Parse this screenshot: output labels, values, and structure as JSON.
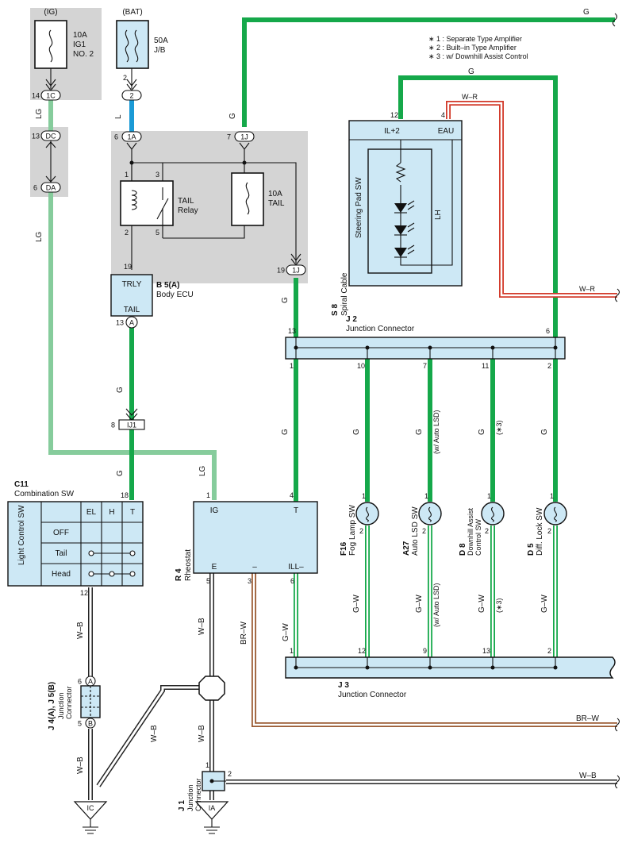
{
  "notes": [
    "∗ 1 : Separate Type Amplifier",
    "∗ 2 : Built–in Type Amplifier",
    "∗ 3 : w/ Downhill Assist Control"
  ],
  "power": {
    "ig_label": "(IG)",
    "bat_label": "(BAT)",
    "fuse_ig": [
      "10A",
      "IG1",
      "NO. 2"
    ],
    "fuse_bat": [
      "50A",
      "J/B"
    ],
    "fuse_tail": [
      "10A",
      "TAIL"
    ],
    "relay": [
      "TAIL",
      "Relay"
    ]
  },
  "connectors": {
    "c1c": "1C",
    "cdc": "DC",
    "cda": "DA",
    "c2": "2",
    "c1a": "1A",
    "c1j_top": "1J",
    "c1j_bot": "1J",
    "ca": "A",
    "cij1": "IJ1",
    "cA_jc": "A",
    "cB_jc": "B"
  },
  "pins": {
    "p14": "14",
    "p13": "13",
    "p6": "6",
    "p2": "2",
    "p6b": "6",
    "p7": "7",
    "relay1": "1",
    "relay2": "2",
    "relay3": "3",
    "relay5": "5",
    "p19a": "19",
    "p19b": "19",
    "p13b": "13",
    "p8": "8",
    "p18": "18",
    "p12": "12",
    "p4": "4",
    "p12b": "12",
    "p13j": "13",
    "p6j": "6",
    "p1j": "1",
    "p10": "10",
    "p7j": "7",
    "p11": "11",
    "p2j": "2",
    "r1": "1",
    "r4": "4",
    "r5": "5",
    "r3": "3",
    "r6": "6",
    "f1": "1",
    "f2": "2",
    "a1": "1",
    "a2": "2",
    "d1": "1",
    "d2": "2",
    "dl1": "1",
    "dl2": "2",
    "j3_1": "1",
    "j3_12": "12",
    "j3_9": "9",
    "j3_13": "13",
    "j3_2": "2",
    "c12": "12",
    "jc6": "6",
    "jc5": "5",
    "j1_1": "1",
    "j1_2": "2"
  },
  "wires": {
    "g": "G",
    "lg": "LG",
    "l": "L",
    "wr": "W–R",
    "wb": "W–B",
    "brw": "BR–W",
    "gw": "G–W",
    "w_auto_lsd": "(w/ Auto LSD)",
    "star3": "(∗3)"
  },
  "components": {
    "body_ecu": {
      "id": "B 5(A)",
      "name": "Body ECU",
      "trly": "TRLY",
      "tail": "TAIL"
    },
    "steering": {
      "id": "S 8",
      "name": "Spiral Cable",
      "sub": "Steering Pad SW",
      "il2": "IL+2",
      "eau": "EAU",
      "lh": "LH"
    },
    "j2": {
      "id": "J 2",
      "name": "Junction Connector"
    },
    "j3": {
      "id": "J 3",
      "name": "Junction Connector"
    },
    "combo": {
      "id": "C11",
      "name": "Combination SW",
      "side": "Light Control SW",
      "cols": [
        "EL",
        "H",
        "T"
      ],
      "rows": [
        "OFF",
        "Tail",
        "Head"
      ]
    },
    "rheostat": {
      "id": "R 4",
      "name": "Rheostat",
      "ig": "IG",
      "t": "T",
      "e": "E",
      "minus": "–",
      "ill": "ILL–"
    },
    "fog": {
      "id": "F16",
      "name": "Fog Lamp SW"
    },
    "autolsd": {
      "id": "A27",
      "name": "Auto LSD SW"
    },
    "downhill": {
      "id": "D 8",
      "name1": "Downhill Assist",
      "name2": "Control SW"
    },
    "difflock": {
      "id": "D 5",
      "name": "Diff. Lock SW"
    },
    "jc_left": {
      "id": "J 4(A), J 5(B)",
      "name1": "Junction",
      "name2": "Connector"
    },
    "j1": {
      "id": "J 1",
      "name1": "Junction",
      "name2": "Connector"
    },
    "ground_ic": "IC",
    "ground_ia": "IA"
  },
  "colors": {
    "green": "#15a84a",
    "light_green": "#86cc9c",
    "blue": "#1a9ad6",
    "brown": "#9b5a32",
    "red": "#d23a2a",
    "box_fill": "#cde8f5",
    "grey_box": "#d4d4d4"
  }
}
